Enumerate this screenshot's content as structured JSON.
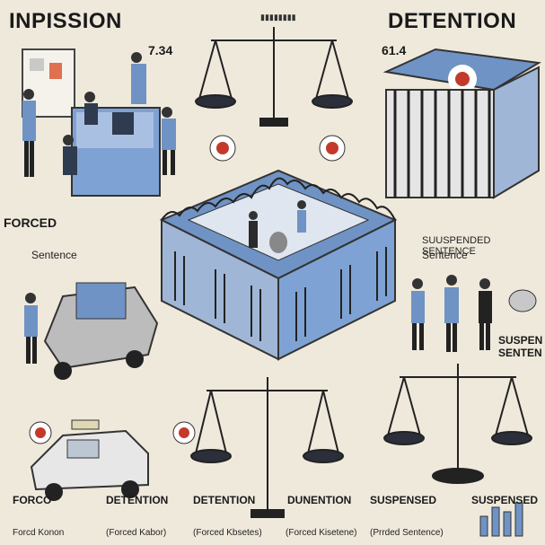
{
  "headings": {
    "top_left": "INPISSION",
    "top_right": "DETENTION"
  },
  "numbers": {
    "top_center": "7.34",
    "top_right": "61.4"
  },
  "labels": {
    "left_forced": "FORCED",
    "left_sentence": "Sentence",
    "right_suspended": "SUUSPENDED SENTENCE",
    "right_sentence": "Sentence",
    "right_suspen_a": "SUSPEN",
    "right_suspen_b": "SENTEN"
  },
  "bottom_row": [
    {
      "title": "FORCO",
      "sub": "Forcd Konon"
    },
    {
      "title": "DETENTION",
      "sub": "(Forced Kabor)"
    },
    {
      "title": "DETENTION",
      "sub": "(Forced Kbsetes)"
    },
    {
      "title": "DUNENTION",
      "sub": "(Forced Kisetene)"
    },
    {
      "title": "SUSPENSED",
      "sub": "(Prrded Sentence)"
    },
    {
      "title": "SUSPENSED",
      "sub": ""
    }
  ],
  "colors": {
    "background": "#efe9dc",
    "blue": "#6f93c4",
    "dark": "#1f1f1f",
    "red": "#c33a2c"
  }
}
